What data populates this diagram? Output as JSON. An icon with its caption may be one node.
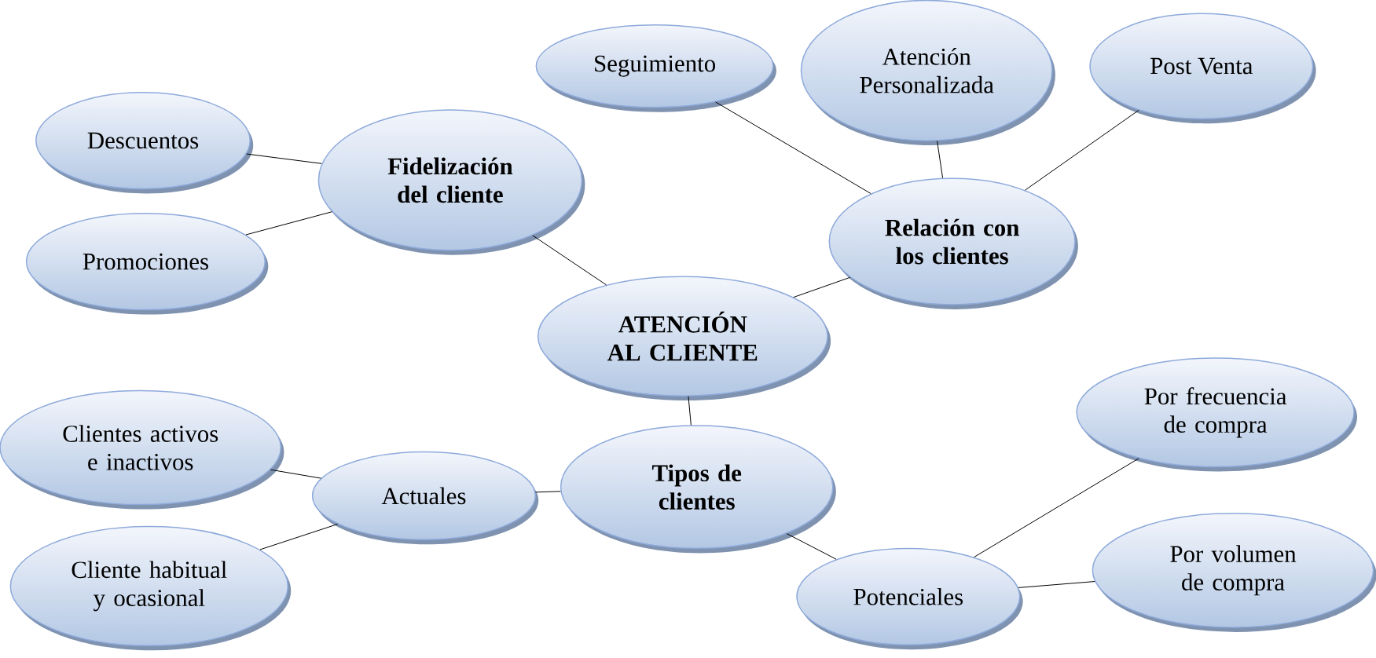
{
  "diagram": {
    "nodes": [
      {
        "text": [
          "ATENCIÓN AL CLIENTE"
        ]
      },
      {
        "text": [
          "Fidelización del cliente"
        ]
      },
      {
        "text": [
          "Descuentos"
        ]
      },
      {
        "text": [
          "Promociones"
        ]
      },
      {
        "text": [
          "Relación con los clientes"
        ]
      },
      {
        "text": [
          "Seguimiento"
        ]
      },
      {
        "text": [
          "Atención Personalizada"
        ]
      },
      {
        "text": [
          "Post Venta"
        ]
      },
      {
        "text": [
          "Tipos de clientes"
        ]
      },
      {
        "text": [
          "Actuales"
        ]
      },
      {
        "text": [
          "Clientes activos e inactivos"
        ]
      },
      {
        "text": [
          "Cliente habitual y ocasional"
        ]
      },
      {
        "text": [
          "Potenciales"
        ]
      },
      {
        "text": [
          "Por frecuencia de compra"
        ]
      },
      {
        "text": [
          "Por volumen de compra"
        ]
      }
    ],
    "edges": [
      {
        "from": 1,
        "to": 0,
        "arrow": "none"
      },
      {
        "from": 2,
        "to": 1,
        "arrow": "none"
      },
      {
        "from": 3,
        "to": 1,
        "arrow": "none"
      },
      {
        "from": 4,
        "to": 0,
        "arrow": "none"
      },
      {
        "from": 5,
        "to": 4,
        "arrow": "none"
      },
      {
        "from": 6,
        "to": 4,
        "arrow": "none"
      },
      {
        "from": 7,
        "to": 4,
        "arrow": "none"
      },
      {
        "from": 0,
        "to": 8,
        "arrow": "none"
      },
      {
        "from": 8,
        "to": 9,
        "arrow": "none"
      },
      {
        "from": 9,
        "to": 10,
        "arrow": "none"
      },
      {
        "from": 9,
        "to": 11,
        "arrow": "none"
      },
      {
        "from": 8,
        "to": 12,
        "arrow": "none"
      },
      {
        "from": 12,
        "to": 13,
        "arrow": "none"
      },
      {
        "from": 12,
        "to": 14,
        "arrow": "none"
      }
    ]
  }
}
